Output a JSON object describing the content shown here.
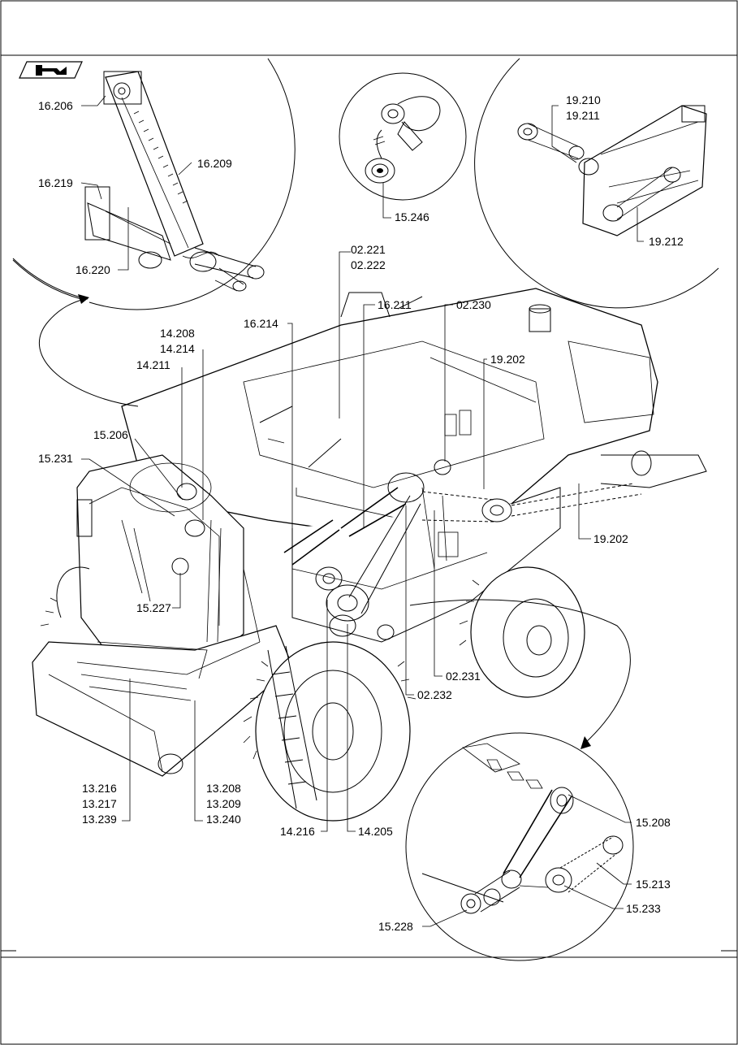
{
  "header": {
    "nav_icon": "arrow-down-right-icon"
  },
  "callouts": {
    "c16_206": "16.206",
    "c16_209": "16.209",
    "c16_219": "16.219",
    "c16_220": "16.220",
    "c15_246": "15.246",
    "c19_210": "19.210",
    "c19_211": "19.211",
    "c19_212": "19.212",
    "c02_221": "02.221",
    "c02_222": "02.222",
    "c16_211": "16.211",
    "c02_230": "02.230",
    "c16_214": "16.214",
    "c14_208": "14.208",
    "c14_214": "14.214",
    "c14_211": "14.211",
    "c19_202a": "19.202",
    "c15_206": "15.206",
    "c15_231": "15.231",
    "c19_202b": "19.202",
    "c15_227": "15.227",
    "c02_231": "02.231",
    "c02_232": "02.232",
    "c13_216": "13.216",
    "c13_217": "13.217",
    "c13_239": "13.239",
    "c13_208": "13.208",
    "c13_209": "13.209",
    "c13_240": "13.240",
    "c14_216": "14.216",
    "c14_205": "14.205",
    "c15_208": "15.208",
    "c15_213": "15.213",
    "c15_233": "15.233",
    "c15_228": "15.228"
  }
}
